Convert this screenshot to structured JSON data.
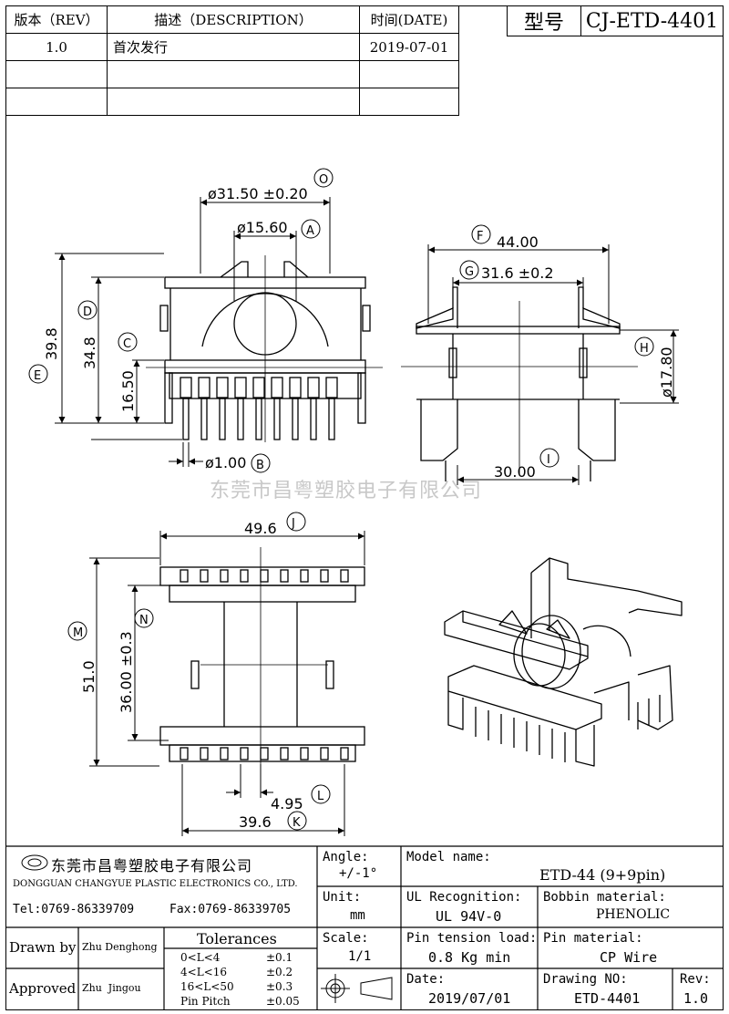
{
  "revision_table": {
    "headers": [
      "版本（REV）",
      "描述（DESCRIPTION）",
      "时间(DATE)"
    ],
    "rows": [
      [
        "1.0",
        "首次发行",
        "2019-07-01"
      ],
      [
        "",
        "",
        ""
      ],
      [
        "",
        "",
        ""
      ]
    ]
  },
  "model": {
    "label": "型号",
    "value": "CJ-ETD-4401"
  },
  "watermark": "东莞市昌粤塑胶电子有限公司",
  "dimensions": {
    "O": "ø31.50 ±0.20",
    "A": "ø15.60",
    "B": "ø1.00",
    "C": "16.50",
    "D": "34.8",
    "E": "39.8",
    "F": "44.00",
    "G": "31.6 ±0.2",
    "H": "ø17.80",
    "I": "30.00",
    "J": "49.6",
    "M": "51.0",
    "N": "36.00 ±0.3",
    "L": "4.95",
    "K": "39.6"
  },
  "title_block": {
    "company_cn": "东莞市昌粤塑胶电子有限公司",
    "company_en": "DONGGUAN CHANGYUE PLASTIC ELECTRONICS CO., LTD.",
    "tel": "Tel:0769-86339709",
    "fax": "Fax:0769-86339705",
    "angle_label": "Angle:",
    "angle_value": "+/-1°",
    "unit_label": "Unit:",
    "unit_value": "mm",
    "scale_label": "Scale:",
    "scale_value": "1/1",
    "model_name_label": "Model name:",
    "model_name_value": "ETD-44 (9+9pin)",
    "ul_label": "UL Recognition:",
    "ul_value": "UL 94V-0",
    "bobbin_label": "Bobbin material:",
    "bobbin_value": "PHENOLIC",
    "pin_tension_label": "Pin tension load:",
    "pin_tension_value": "0.8 Kg min",
    "pin_material_label": "Pin material:",
    "pin_material_value": "CP Wire",
    "date_label": "Date:",
    "date_value": "2019/07/01",
    "drawing_no_label": "Drawing NO:",
    "drawing_no_value": "ETD-4401",
    "rev_label": "Rev:",
    "rev_value": "1.0",
    "drawn_by_label": "Drawn by",
    "drawn_by_value": "Zhu Denghong",
    "approved_label": "Approved",
    "approved_value": "Zhu  Jingou",
    "tolerances_label": "Tolerances",
    "tolerances": [
      {
        "range": "0<L<4",
        "value": "±0.1"
      },
      {
        "range": "4<L<16",
        "value": "±0.2"
      },
      {
        "range": "16<L<50",
        "value": "±0.3"
      },
      {
        "range": "Pin Pitch",
        "value": "±0.05"
      }
    ]
  }
}
